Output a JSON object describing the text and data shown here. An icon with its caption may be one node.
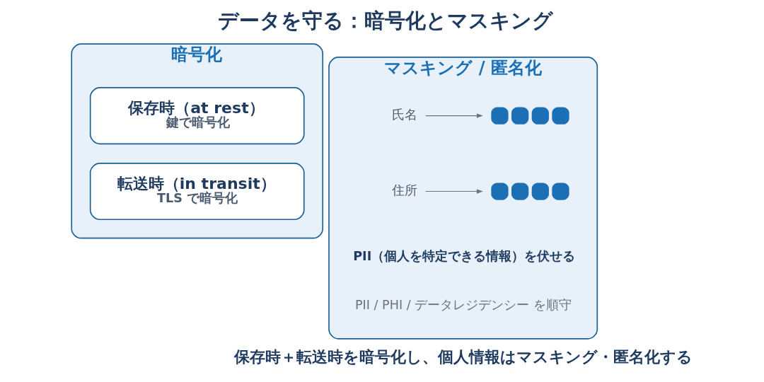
{
  "diagram": {
    "title": "データを守る：暗号化とマスキング",
    "caption": "保存時＋転送時を暗号化し、個人情報はマスキング・匿名化する",
    "nodes": [
      {
        "text": [
          "暗号化"
        ]
      },
      {
        "text": [
          "保存時（at rest）",
          "鍵で暗号化"
        ],
        "in": 0
      },
      {
        "text": [
          "転送時（in transit）",
          "TLS で暗号化"
        ],
        "in": 0
      },
      {
        "text": [
          "マスキング / 匿名化"
        ]
      },
      {
        "text": [
          "氏名"
        ],
        "in": 3
      },
      {
        "text": [],
        "shape": "circle",
        "in": 3
      },
      {
        "text": [
          "住所"
        ],
        "in": 3
      },
      {
        "text": [],
        "shape": "circle",
        "in": 3
      },
      {
        "text": [
          "PII（個人を特定できる情報）を伏せる"
        ],
        "in": 3
      },
      {
        "text": [
          "PII / PHI / データレジデンシー を順守"
        ],
        "in": 3
      }
    ],
    "edges": [
      {
        "from": 4,
        "to": 5,
        "arrow": "to",
        "color": "#6b7280"
      },
      {
        "from": 6,
        "to": 7,
        "arrow": "to",
        "color": "#6b7280"
      }
    ]
  }
}
